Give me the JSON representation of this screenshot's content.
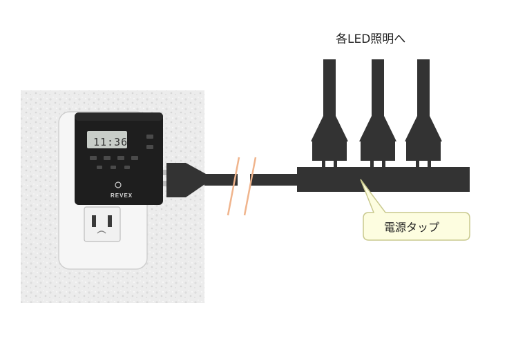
{
  "labels": {
    "to_led_lights": "各LED照明へ",
    "power_strip": "電源タップ"
  },
  "timer": {
    "display": "11:36",
    "brand": "REVEX"
  },
  "colors": {
    "cable": "#333333",
    "break_mark": "#f0b48c",
    "callout_fill": "#fdfde0",
    "callout_stroke": "#c9c98e",
    "wall": "#ececec",
    "outlet_plate": "#f6f6f6",
    "timer_body": "#1e1e1e"
  }
}
